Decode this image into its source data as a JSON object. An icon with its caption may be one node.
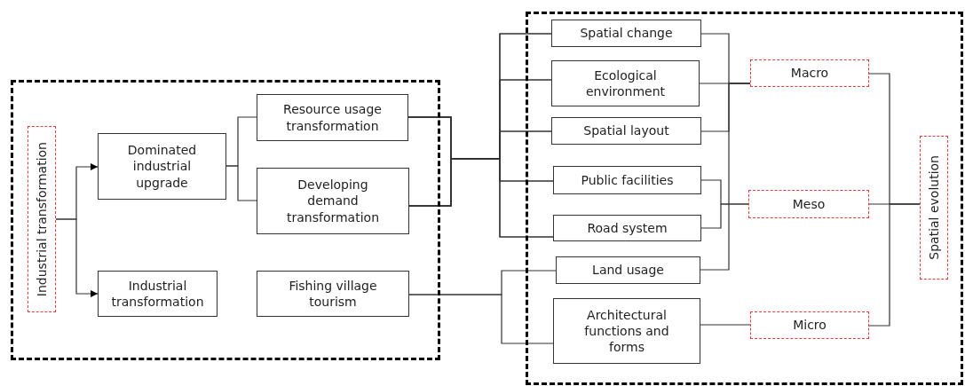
{
  "diagram": {
    "nodes": [
      {
        "text": [],
        "shape": "box"
      },
      {
        "text": [
          "Industrial transformation"
        ],
        "in": 0
      },
      {
        "text": [
          "Dominated industrial upgrade"
        ],
        "in": 0
      },
      {
        "text": [
          "Industrial transformation"
        ],
        "in": 0
      },
      {
        "text": [
          "Resource usage transformation"
        ],
        "in": 0
      },
      {
        "text": [
          "Developing demand transformation"
        ],
        "in": 0
      },
      {
        "text": [
          "Fishing village tourism"
        ],
        "in": 0
      },
      {
        "text": [],
        "shape": "box"
      },
      {
        "text": [
          "Spatial change"
        ],
        "in": 7
      },
      {
        "text": [
          "Ecological environment"
        ],
        "in": 7
      },
      {
        "text": [
          "Spatial layout"
        ],
        "in": 7
      },
      {
        "text": [
          "Public facilities"
        ],
        "in": 7
      },
      {
        "text": [
          "Road system"
        ],
        "in": 7
      },
      {
        "text": [
          "Land usage"
        ],
        "in": 7
      },
      {
        "text": [
          "Architectural functions and forms"
        ],
        "in": 7
      },
      {
        "text": [
          "Macro"
        ],
        "in": 7
      },
      {
        "text": [
          "Meso"
        ],
        "in": 7
      },
      {
        "text": [
          "Micro"
        ],
        "in": 7
      },
      {
        "text": [
          "Spatial evolution"
        ],
        "in": 7
      }
    ],
    "edges": [
      {
        "from": 1,
        "to": 2,
        "arrow": "to"
      },
      {
        "from": 1,
        "to": 3,
        "arrow": "to"
      },
      {
        "from": 2,
        "to": 4,
        "arrow": "none"
      },
      {
        "from": 2,
        "to": 5,
        "arrow": "none"
      },
      {
        "from": 4,
        "to": 8,
        "arrow": "none"
      },
      {
        "from": 4,
        "to": 9,
        "arrow": "none"
      },
      {
        "from": 4,
        "to": 10,
        "arrow": "none"
      },
      {
        "from": 4,
        "to": 11,
        "arrow": "none"
      },
      {
        "from": 4,
        "to": 12,
        "arrow": "none"
      },
      {
        "from": 5,
        "to": 8,
        "arrow": "none"
      },
      {
        "from": 5,
        "to": 9,
        "arrow": "none"
      },
      {
        "from": 5,
        "to": 10,
        "arrow": "none"
      },
      {
        "from": 5,
        "to": 11,
        "arrow": "none"
      },
      {
        "from": 5,
        "to": 12,
        "arrow": "none"
      },
      {
        "from": 6,
        "to": 13,
        "arrow": "none"
      },
      {
        "from": 6,
        "to": 14,
        "arrow": "none"
      },
      {
        "from": 8,
        "to": 15,
        "arrow": "none"
      },
      {
        "from": 9,
        "to": 15,
        "arrow": "none"
      },
      {
        "from": 10,
        "to": 15,
        "arrow": "none"
      },
      {
        "from": 13,
        "to": 15,
        "arrow": "none"
      },
      {
        "from": 11,
        "to": 16,
        "arrow": "none"
      },
      {
        "from": 12,
        "to": 16,
        "arrow": "none"
      },
      {
        "from": 14,
        "to": 17,
        "arrow": "none"
      },
      {
        "from": 15,
        "to": 18,
        "arrow": "none"
      },
      {
        "from": 16,
        "to": 18,
        "arrow": "none"
      },
      {
        "from": 17,
        "to": 18,
        "arrow": "none"
      }
    ]
  }
}
